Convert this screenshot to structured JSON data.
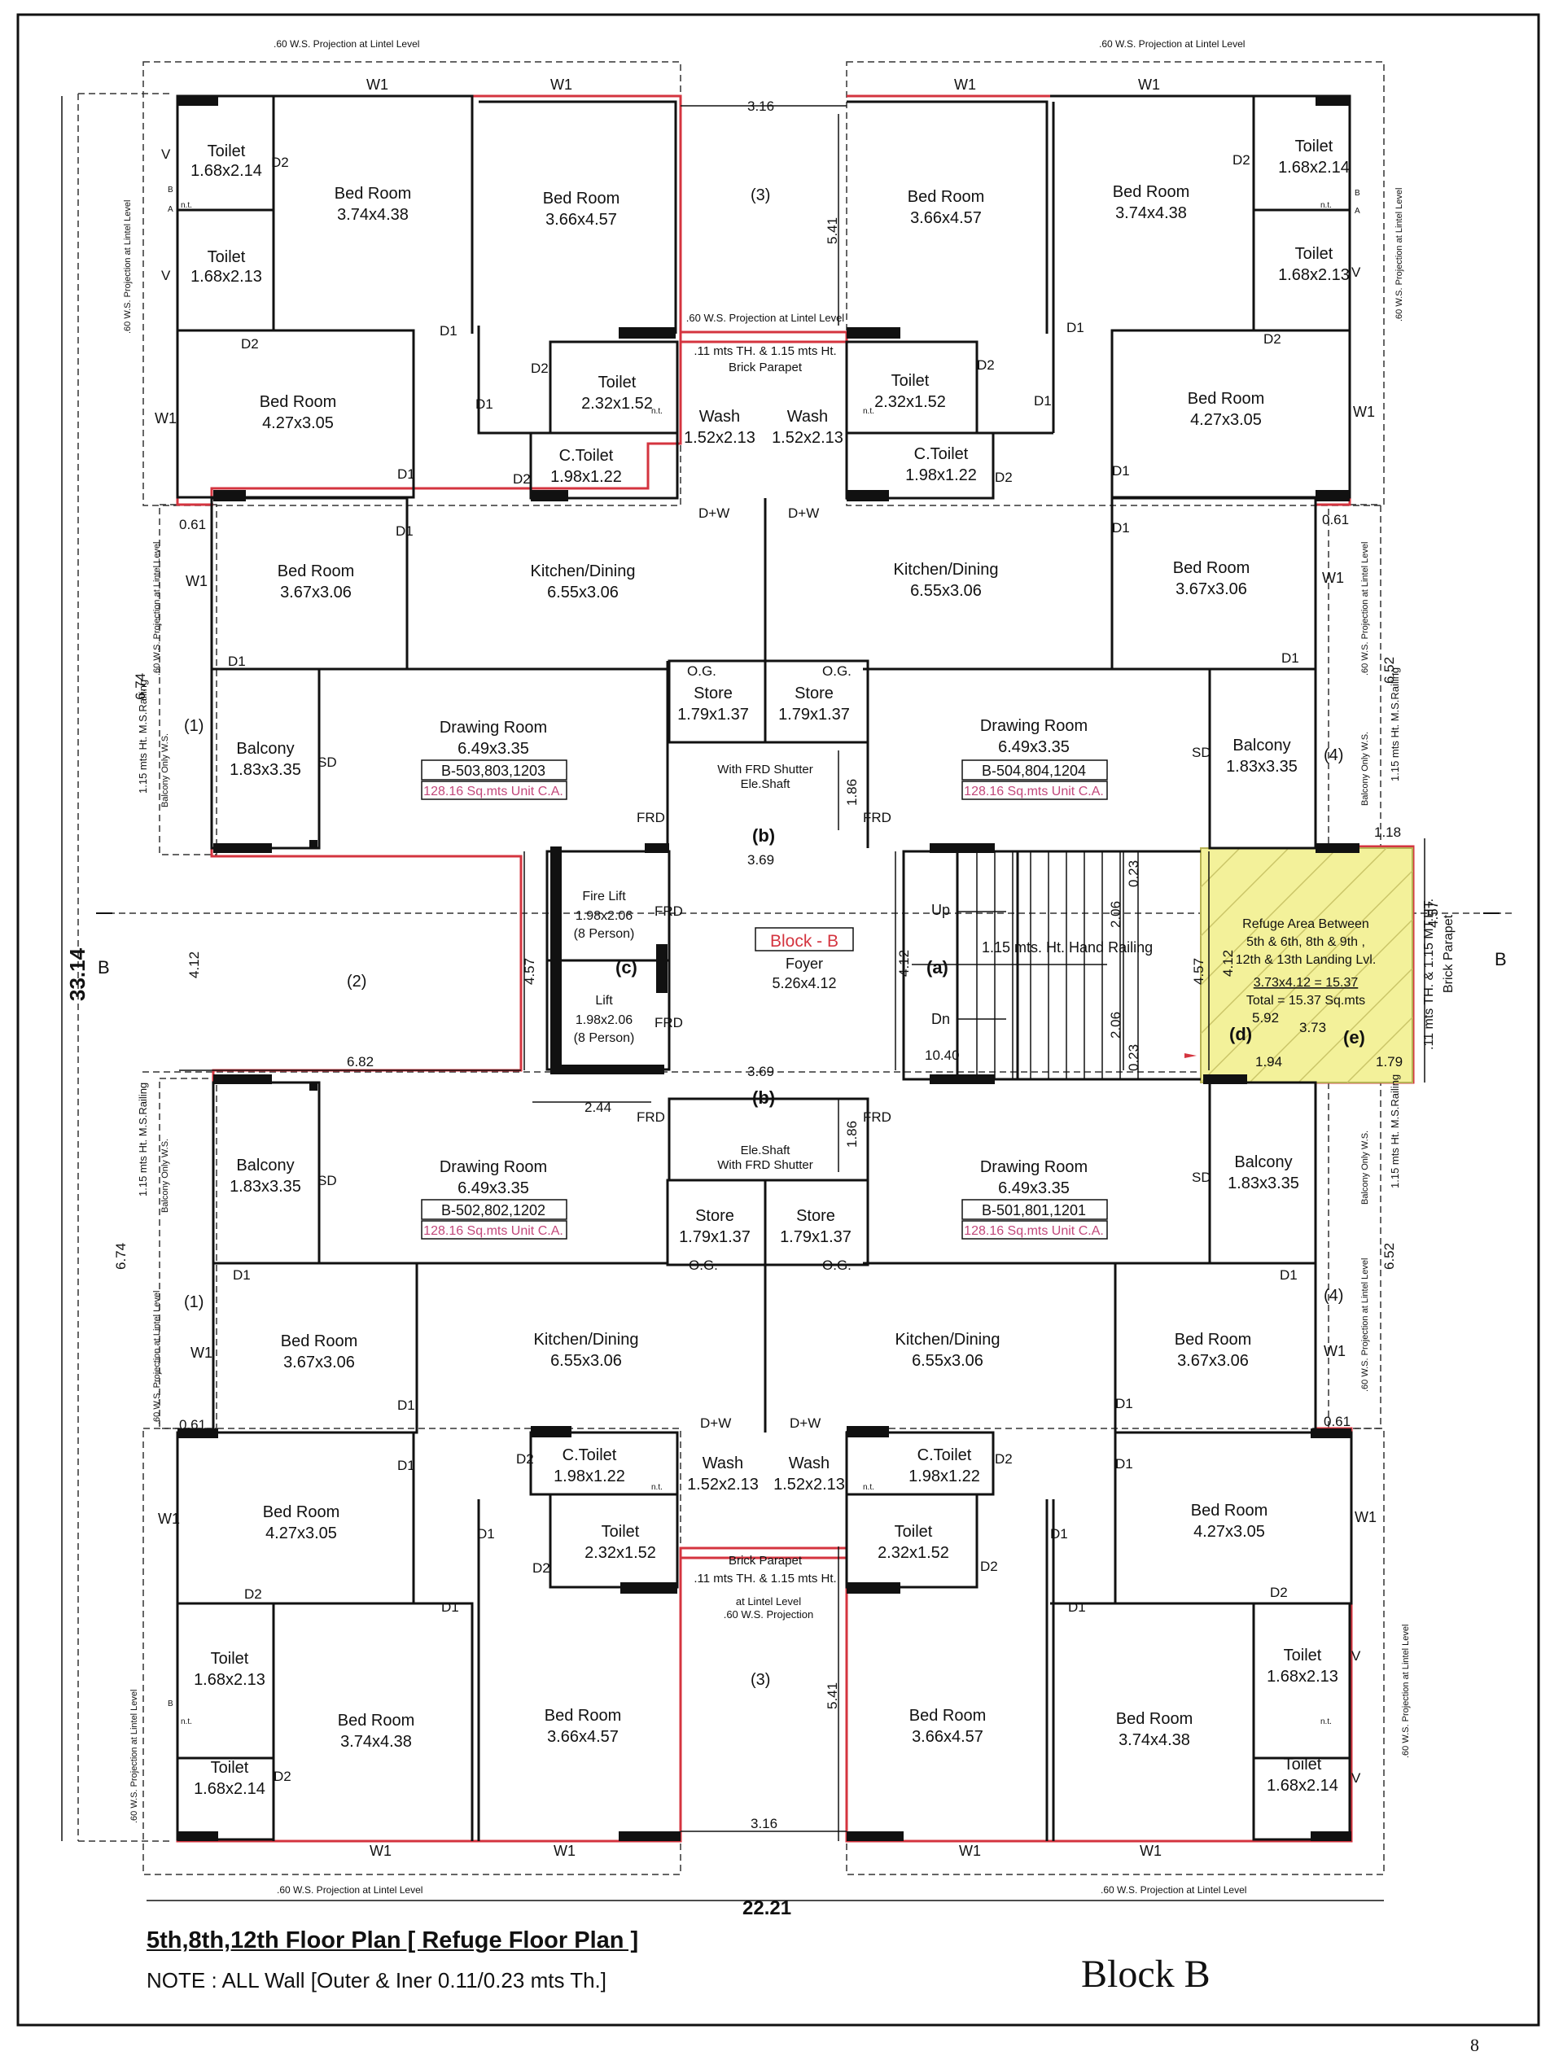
{
  "colors": {
    "wall": "#111111",
    "red": "#d4343f",
    "yellow": "#f3f19a",
    "unitca": "#c2477a"
  },
  "projection": {
    "lintel": ".60 W.S. Projection at Lintel Level",
    "center": ".60 W.S. Projection at Lintel Level",
    "balcony_only": "Balcony Only W.S.",
    "railing": "1.15 mts Ht. M.S.Railing"
  },
  "windows": {
    "w1": "W1",
    "v": "V",
    "d1": "D1",
    "d2": "D2",
    "sd": "SD",
    "frd": "FRD",
    "dw": "D+W",
    "og": "O.G.",
    "nt": "n.t.",
    "a": "A",
    "b": "B"
  },
  "dims": {
    "overall_height": "33.14",
    "overall_width": "22.21",
    "d316": "3.16",
    "d541": "5.41",
    "d061": "0.61",
    "d674": "6.74",
    "d652": "6.52",
    "d412": "4.12",
    "d457": "4.57",
    "d682": "6.82",
    "d244": "2.44",
    "d369": "3.69",
    "d186": "1.86",
    "d206": "2.06",
    "d023": "0.23",
    "d1040": "10.40",
    "d118": "1.18",
    "d194": "1.94",
    "d179": "1.79",
    "d373": "3.73",
    "d592": "5.92"
  },
  "rooms": {
    "toilet": "Toilet",
    "toilet_a": "1.68x2.14",
    "toilet_b": "1.68x2.13",
    "bed": "Bed Room",
    "bed_1": "3.74x4.38",
    "bed_2": "3.66x4.57",
    "bed_3": "4.27x3.05",
    "bed_4": "3.67x3.06",
    "toilet2": "Toilet",
    "toilet2_size": "2.32x1.52",
    "wash": "Wash",
    "wash_size": "1.52x2.13",
    "ctoilet": "C.Toilet",
    "ctoilet_size": "1.98x1.22",
    "kitchen": "Kitchen/Dining",
    "kitchen_size": "6.55x3.06",
    "drawing": "Drawing Room",
    "drawing_size": "6.49x3.35",
    "balcony": "Balcony",
    "balcony_size": "1.83x3.35",
    "store": "Store",
    "store_size": "1.79x1.37",
    "firelift": "Fire Lift",
    "lift": "Lift",
    "lift_size": "1.98x2.06",
    "lift_person": "(8 Person)",
    "foyer": "Foyer",
    "foyer_size": "5.26x4.12",
    "block_tag": "Block - B",
    "eleshaft": "Ele.Shaft",
    "frd_shutter": "With FRD Shutter",
    "up": "Up",
    "dn": "Dn",
    "handrail": "1.15 mts. Ht. Hand Railing"
  },
  "center": {
    "wall_note": ".11 mts TH. & 1.15 mts Ht.",
    "parapet": "Brick Parapet",
    "lintel_a": ".60 W.S. Projection",
    "lintel_b": "at Lintel Level"
  },
  "units": {
    "u503": "B-503,803,1203",
    "u504": "B-504,804,1204",
    "u502": "B-502,802,1202",
    "u501": "B-501,801,1201",
    "ca": "128.16 Sq.mts Unit C.A."
  },
  "marks": {
    "m1": "(1)",
    "m2": "(2)",
    "m3": "(3)",
    "m4": "(4)",
    "ma": "(a)",
    "mb": "(b)",
    "mc": "(c)",
    "md": "(d)",
    "me": "(e)",
    "sectionB": "B"
  },
  "refuge": {
    "line1": "Refuge Area Between",
    "line2": "5th & 6th, 8th & 9th ,",
    "line3": "12th & 13th Landing Lvl.",
    "line4": "3.73x4.12 = 15.37",
    "line5": "Total = 15.37 Sq.mts",
    "parapet_a": ".11 mts TH. & 1.15 MT.HT.",
    "parapet_b": "Brick Parapet"
  },
  "footer": {
    "title": "5th,8th,12th Floor Plan [ Refuge Floor Plan ]",
    "note": "NOTE : ALL Wall [Outer & Iner 0.11/0.23 mts Th.]",
    "block": "Block B",
    "page": "8"
  }
}
